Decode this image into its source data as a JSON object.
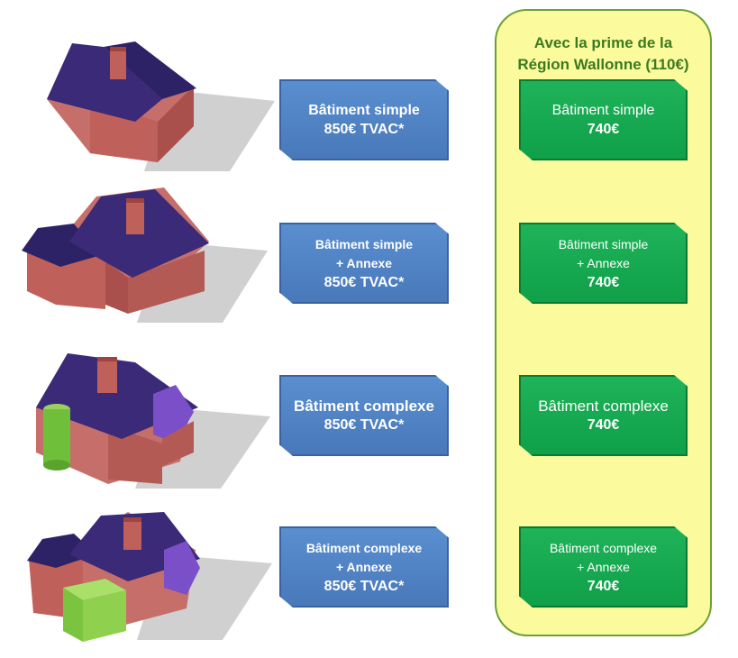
{
  "panel": {
    "title_line1": "Avec la prime de la",
    "title_line2": "Région Wallonne (110€)"
  },
  "rows": [
    {
      "house_icon": "simple-house-icon",
      "blue": {
        "line1": "Bâtiment simple",
        "line2": "850€ TVAC*"
      },
      "green": {
        "line1": "Bâtiment simple",
        "price": "740€"
      }
    },
    {
      "house_icon": "house-with-annex-icon",
      "blue": {
        "line1": "Bâtiment simple",
        "line2": "+ Annexe",
        "line3": "850€ TVAC*"
      },
      "green": {
        "line1": "Bâtiment simple",
        "line2": "+ Annexe",
        "price": "740€"
      }
    },
    {
      "house_icon": "complex-house-icon",
      "blue": {
        "line1": "Bâtiment complexe",
        "line2": "850€ TVAC*"
      },
      "green": {
        "line1": "Bâtiment complexe",
        "price": "740€"
      }
    },
    {
      "house_icon": "complex-house-with-annex-icon",
      "blue": {
        "line1": "Bâtiment complexe",
        "line2": "+ Annexe",
        "line3": "850€ TVAC*"
      },
      "green": {
        "line1": "Bâtiment complexe",
        "line2": "+ Annexe",
        "price": "740€"
      }
    }
  ],
  "colors": {
    "blue_card": "#4f81bd",
    "green_card": "#00b050",
    "panel_fill": "#ffff99",
    "panel_border": "#76a33a",
    "roof": "#3a2a78",
    "wall": "#c0504d",
    "accent_green": "#7fcc3a"
  }
}
